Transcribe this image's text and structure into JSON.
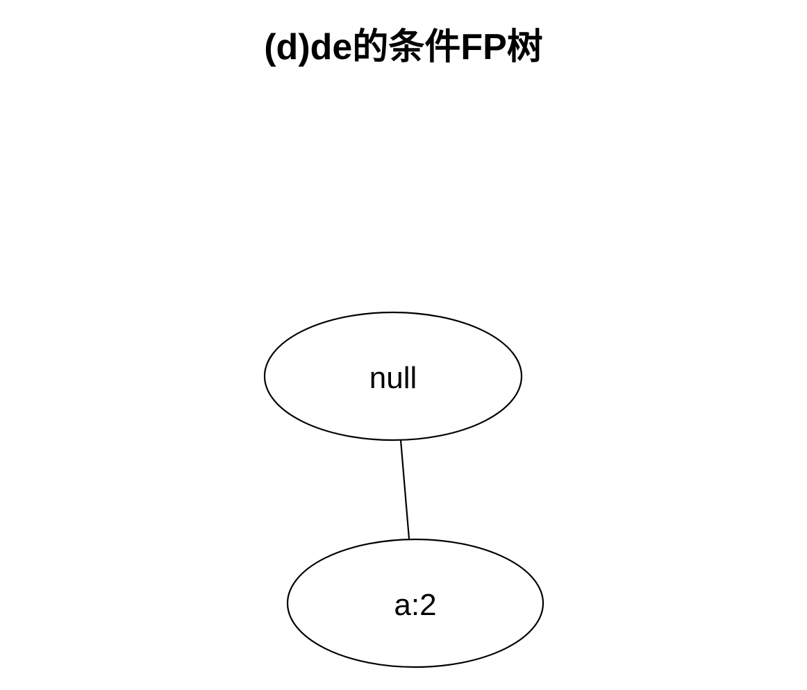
{
  "title": "(d)de的条件FP树",
  "tree": {
    "root": {
      "label": "null"
    },
    "child": {
      "label": "a:2"
    }
  },
  "colors": {
    "stroke": "#000000",
    "fill": "#ffffff",
    "text": "#000000"
  }
}
